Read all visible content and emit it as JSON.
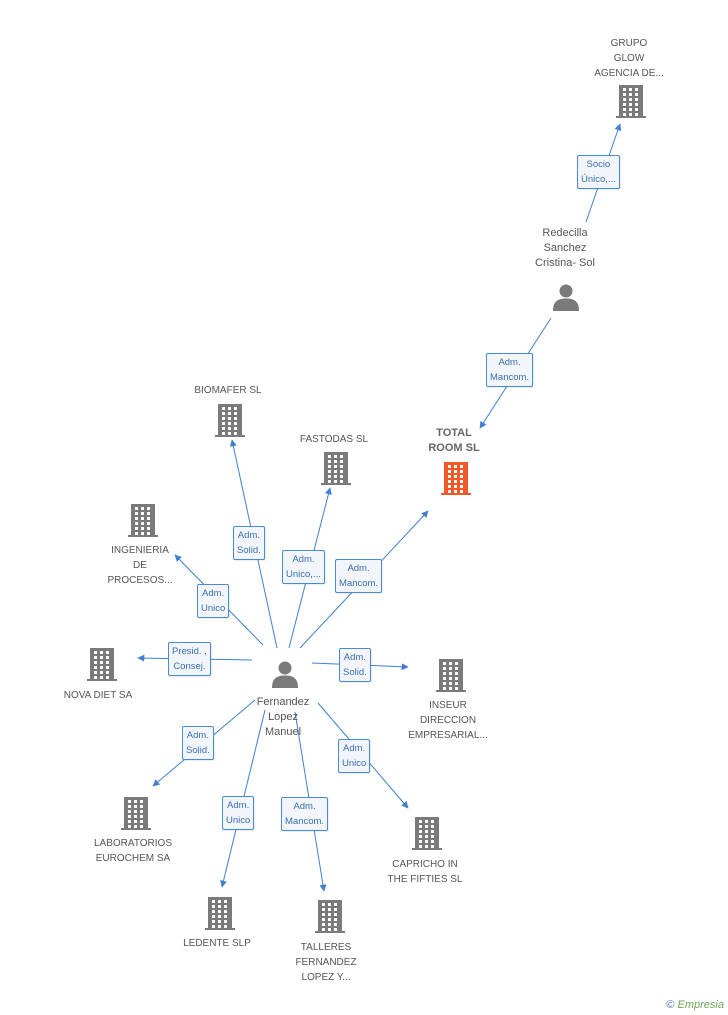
{
  "colors": {
    "accent": "#f05a28",
    "building": "#7a7a7a",
    "person": "#7a7a7a",
    "edge": "#3f7fd3"
  },
  "companies": [
    {
      "id": "grupo",
      "label": "GRUPO\nGLOW\nAGENCIA DE...",
      "main": false
    },
    {
      "id": "total",
      "label": "TOTAL\nROOM SL",
      "main": true
    },
    {
      "id": "biomafer",
      "label": "BIOMAFER SL",
      "main": false
    },
    {
      "id": "fastodas",
      "label": "FASTODAS SL",
      "main": false
    },
    {
      "id": "ingenieria",
      "label": "INGENIERIA\nDE\nPROCESOS...",
      "main": false
    },
    {
      "id": "nova",
      "label": "NOVA DIET SA",
      "main": false
    },
    {
      "id": "inseur",
      "label": "INSEUR\nDIRECCION\nEMPRESARIAL...",
      "main": false
    },
    {
      "id": "laboratorios",
      "label": "LABORATORIOS\nEUROCHEM SA",
      "main": false
    },
    {
      "id": "capricho",
      "label": "CAPRICHO IN\nTHE FIFTIES SL",
      "main": false
    },
    {
      "id": "ledente",
      "label": "LEDENTE SLP",
      "main": false
    },
    {
      "id": "talleres",
      "label": "TALLERES\nFERNANDEZ\nLOPEZ Y...",
      "main": false
    }
  ],
  "people": [
    {
      "id": "redecilla",
      "label": "Redecilla\nSanchez\nCristina-  Sol"
    },
    {
      "id": "fernandez",
      "label": "Fernandez\nLopez\nManuel"
    }
  ],
  "relations": [
    {
      "id": "r1",
      "label": "Socio\nÚnico,...",
      "from": "redecilla",
      "to": "grupo"
    },
    {
      "id": "r2",
      "label": "Adm.\nMancom.",
      "from": "redecilla",
      "to": "total"
    },
    {
      "id": "r3",
      "label": "Adm.\nSolid.",
      "from": "fernandez",
      "to": "biomafer"
    },
    {
      "id": "r4",
      "label": "Adm.\nUnico,...",
      "from": "fernandez",
      "to": "fastodas"
    },
    {
      "id": "r5",
      "label": "Adm.\nMancom.",
      "from": "fernandez",
      "to": "total"
    },
    {
      "id": "r6",
      "label": "Adm.\nUnico",
      "from": "fernandez",
      "to": "ingenieria"
    },
    {
      "id": "r7",
      "label": "Presid. ,\nConsej.",
      "from": "fernandez",
      "to": "nova"
    },
    {
      "id": "r8",
      "label": "Adm.\nSolid.",
      "from": "fernandez",
      "to": "inseur"
    },
    {
      "id": "r9",
      "label": "Adm.\nSolid.",
      "from": "fernandez",
      "to": "laboratorios"
    },
    {
      "id": "r10",
      "label": "Adm.\nUnico",
      "from": "fernandez",
      "to": "capricho"
    },
    {
      "id": "r11",
      "label": "Adm.\nUnico",
      "from": "fernandez",
      "to": "ledente"
    },
    {
      "id": "r12",
      "label": "Adm.\nMancom.",
      "from": "fernandez",
      "to": "talleres"
    }
  ],
  "credit": {
    "symbol": "©",
    "brand": "Empresia"
  }
}
